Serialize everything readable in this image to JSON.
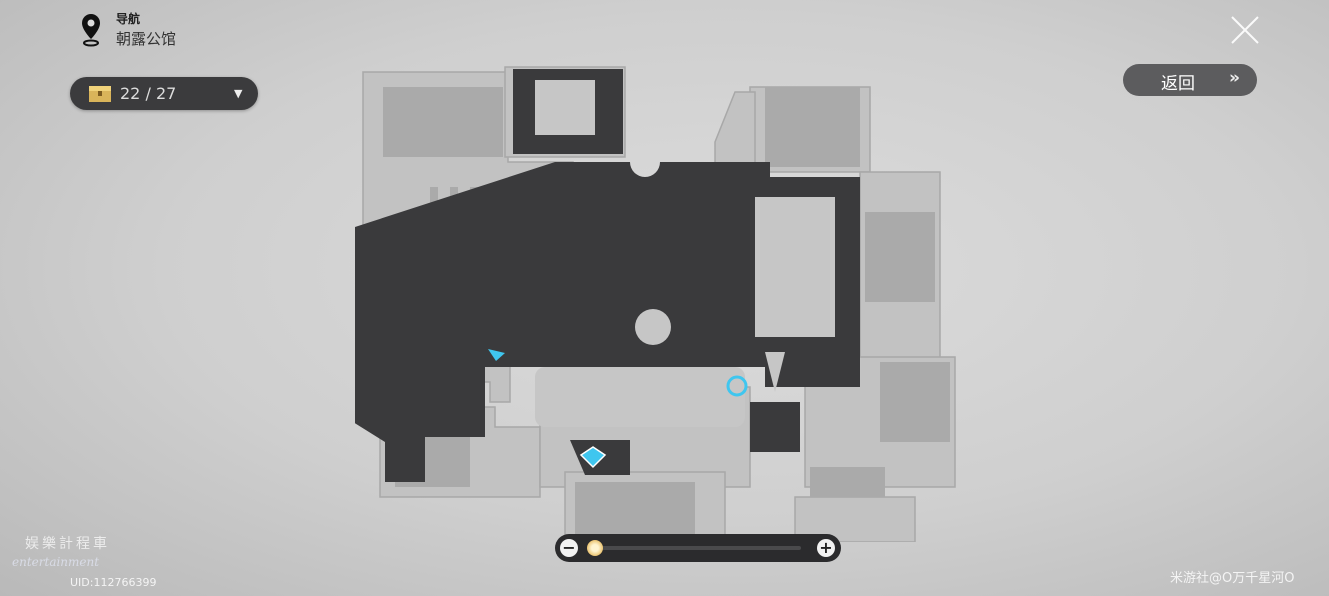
{
  "navigation": {
    "title": "导航",
    "location": "朝露公馆",
    "icon": "map-pin-icon"
  },
  "chest_counter": {
    "found": "22",
    "total": "27",
    "separator": "/",
    "icon": "treasure-chest-icon"
  },
  "back_button": {
    "label": "返回",
    "icon": "double-chevron-right-icon"
  },
  "close_button": {
    "icon": "close-icon"
  },
  "zoom": {
    "minus": "−",
    "plus": "+",
    "level": 0.0
  },
  "map": {
    "markers": [
      "player-arrow",
      "space-anchor",
      "teleport-waypoint"
    ],
    "accent": "#3fc6ef"
  },
  "watermarks": {
    "left_cn": "娱樂計程車",
    "left_en": "entertainment",
    "uid": "UID:112766399",
    "right": "米游社@O万千星河O"
  },
  "colors": {
    "dark_area": "#3a3a3c",
    "light_area": "#c4c4c4",
    "panel": "#3b3b3d"
  }
}
